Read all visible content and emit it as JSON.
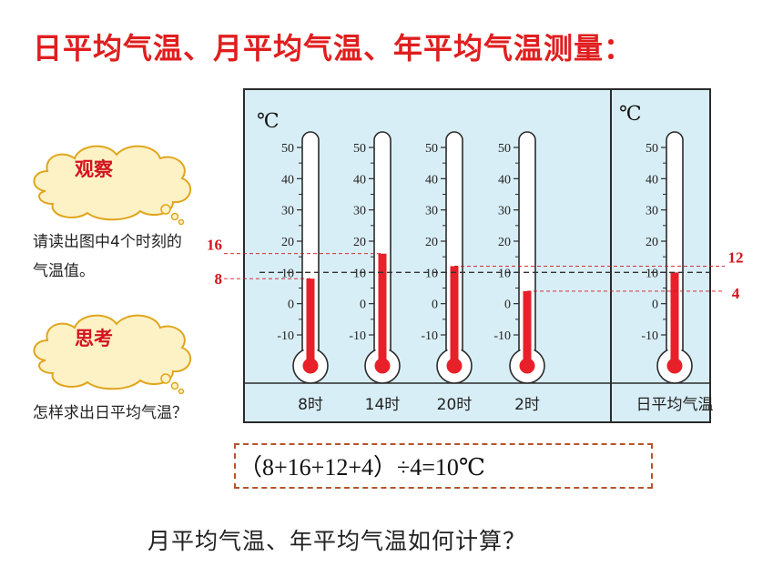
{
  "title": "日平均气温、月平均气温、年平均气温测量：",
  "observe": {
    "label": "观察",
    "prompt": "请读出图中4个时刻的气温值。"
  },
  "think": {
    "label": "思考",
    "prompt": "怎样求出日平均气温？"
  },
  "thermometers": {
    "unit": "℃",
    "ticks": [
      "50",
      "40",
      "30",
      "20",
      "10",
      "0",
      "-10"
    ],
    "readings": [
      {
        "time": "8时",
        "temp": 8
      },
      {
        "time": "14时",
        "temp": 16
      },
      {
        "time": "20时",
        "temp": 12
      },
      {
        "time": "2时",
        "temp": 4
      }
    ],
    "average": {
      "label": "日平均气温",
      "temp": 10
    },
    "left_markers": [
      "16",
      "8"
    ],
    "right_markers": [
      "12",
      "4"
    ]
  },
  "colors": {
    "title": "#e01e1e",
    "mercury": "#e8202a",
    "panel": "#d8eef6",
    "marker": "#d2141e"
  },
  "formula": "（8+16+12+4）÷4=10℃",
  "question": "月平均气温、年平均气温如何计算？"
}
